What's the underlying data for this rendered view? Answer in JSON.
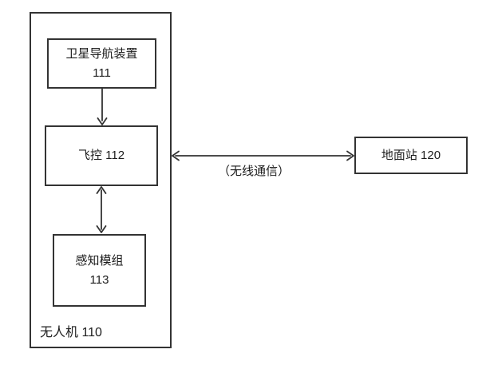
{
  "diagram": {
    "drone": {
      "label": "无人机 110",
      "satnav": {
        "name": "卫星导航装置",
        "ref": "111"
      },
      "flight_control": {
        "label": "飞控 112"
      },
      "perception": {
        "name": "感知模组",
        "ref": "113"
      }
    },
    "ground_station": {
      "label": "地面站 120"
    },
    "link": {
      "label": "（无线通信）"
    },
    "colors": {
      "line": "#333333",
      "text": "#1c1c1c",
      "background": "#ffffff"
    }
  }
}
